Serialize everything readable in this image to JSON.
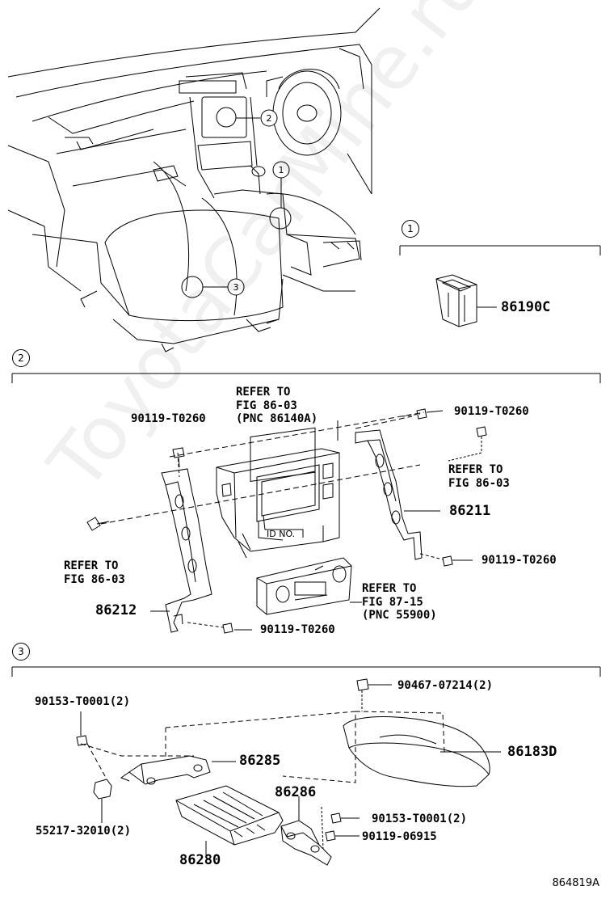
{
  "watermark": "ToyotaCarMine.ru",
  "diagram_code": "864819A",
  "sections": {
    "s1": {
      "num": "1"
    },
    "s2": {
      "num": "2"
    },
    "s3": {
      "num": "3"
    }
  },
  "overview": {
    "callouts": [
      "1",
      "2",
      "3"
    ]
  },
  "section1": {
    "part_86190c": "86190C"
  },
  "section2": {
    "screw_tl": "90119-T0260",
    "screw_tr": "90119-T0260",
    "screw_r": "90119-T0260",
    "screw_b": "90119-T0260",
    "bracket_l": "86212",
    "bracket_r": "86211",
    "id_label": "ID NO.",
    "ref_top": [
      "REFER TO",
      "FIG 86-03",
      "(PNC 86140A)"
    ],
    "ref_right": [
      "REFER TO",
      "FIG 86-03"
    ],
    "ref_left": [
      "REFER TO",
      "FIG 86-03"
    ],
    "ref_bottom": [
      "REFER TO",
      "FIG 87-15",
      "(PNC 55900)"
    ]
  },
  "section3": {
    "bolt_top": "90467-07214(2)",
    "bolt_left": "90153-T0001(2)",
    "bracket_86285": "86285",
    "cover_86183d": "86183D",
    "bracket_86286": "86286",
    "bolt_right1": "90153-T0001(2)",
    "bolt_right2": "90119-06915",
    "clip": "55217-32010(2)",
    "amp_86280": "86280"
  }
}
